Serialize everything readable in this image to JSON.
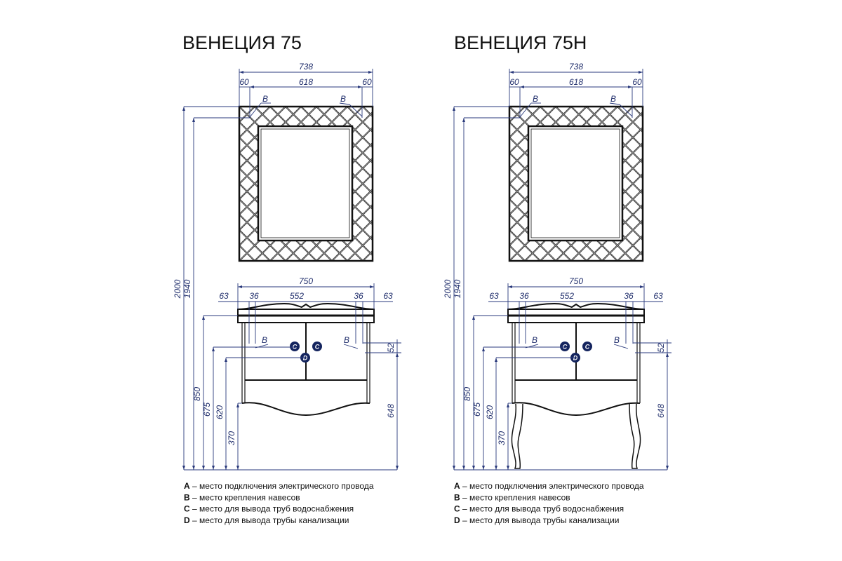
{
  "colors": {
    "dimension_line": "#2a3a7c",
    "outline": "#111111",
    "marker": "#14245e"
  },
  "panels": [
    {
      "title": "ВЕНЕЦИЯ 75",
      "has_legs": false,
      "mirror": {
        "width": "738",
        "side_left": "60",
        "inner": "618",
        "side_right": "60",
        "mount_label": "B"
      },
      "cabinet": {
        "width": "750",
        "parts": [
          "63",
          "36",
          "552",
          "36",
          "63"
        ],
        "mount_label": "B",
        "water_label": "C",
        "drain_label": "D",
        "gap": "52",
        "right_height": "648"
      },
      "heights": [
        "2000",
        "1940",
        "850",
        "675",
        "620",
        "370"
      ],
      "legend": [
        {
          "letter": "A",
          "text": " – место подключения электрического провода"
        },
        {
          "letter": "B",
          "text": " – место крепления навесов"
        },
        {
          "letter": "C",
          "text": " – место для вывода труб водоснабжения"
        },
        {
          "letter": "D",
          "text": " – место для вывода трубы канализации"
        }
      ]
    },
    {
      "title": "ВЕНЕЦИЯ 75Н",
      "has_legs": true,
      "mirror": {
        "width": "738",
        "side_left": "60",
        "inner": "618",
        "side_right": "60",
        "mount_label": "B"
      },
      "cabinet": {
        "width": "750",
        "parts": [
          "63",
          "36",
          "552",
          "36",
          "63"
        ],
        "mount_label": "B",
        "water_label": "C",
        "drain_label": "D",
        "gap": "52",
        "right_height": "648"
      },
      "heights": [
        "2000",
        "1940",
        "850",
        "675",
        "620",
        "370"
      ],
      "legend": [
        {
          "letter": "A",
          "text": " – место подключения электрического провода"
        },
        {
          "letter": "B",
          "text": " – место крепления навесов"
        },
        {
          "letter": "C",
          "text": " – место для вывода труб водоснабжения"
        },
        {
          "letter": "D",
          "text": " – место для вывода трубы канализации"
        }
      ]
    }
  ]
}
